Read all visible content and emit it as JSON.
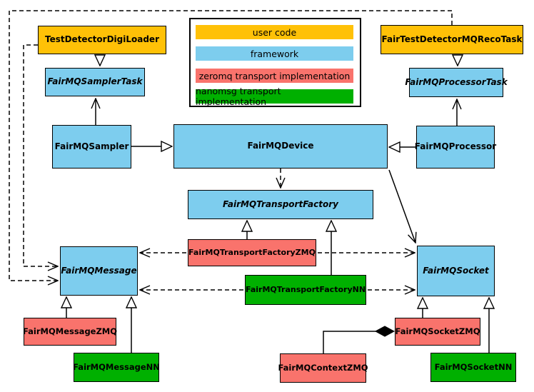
{
  "colors": {
    "user_code": "#FFC107",
    "framework": "#7DCDEE",
    "zeromq": "#F9736C",
    "nanomsg": "#00B000",
    "line": "#000000",
    "background": "#FFFFFF"
  },
  "legend": {
    "items": [
      {
        "label": "user code",
        "color": "#FFC107"
      },
      {
        "label": "framework",
        "color": "#7DCDEE"
      },
      {
        "label": "zeromq transport implementation",
        "color": "#F9736C"
      },
      {
        "label": "nanomsg transport implementation",
        "color": "#00B000"
      }
    ]
  },
  "nodes": [
    {
      "id": "test-detector-digi-loader",
      "label": "TestDetectorDigiLoader",
      "category": "user_code",
      "abstract": false
    },
    {
      "id": "fair-test-detector-mq-reco-task",
      "label": "FairTestDetectorMQRecoTask",
      "category": "user_code",
      "abstract": false
    },
    {
      "id": "fairmq-sampler-task",
      "label": "FairMQSamplerTask",
      "category": "framework",
      "abstract": true
    },
    {
      "id": "fairmq-processor-task",
      "label": "FairMQProcessorTask",
      "category": "framework",
      "abstract": true
    },
    {
      "id": "fairmq-sampler",
      "label": "FairMQSampler",
      "category": "framework",
      "abstract": false
    },
    {
      "id": "fairmq-device",
      "label": "FairMQDevice",
      "category": "framework",
      "abstract": false
    },
    {
      "id": "fairmq-processor",
      "label": "FairMQProcessor",
      "category": "framework",
      "abstract": false
    },
    {
      "id": "fairmq-transport-factory",
      "label": "FairMQTransportFactory",
      "category": "framework",
      "abstract": true
    },
    {
      "id": "fairmq-transport-factory-zmq",
      "label": "FairMQTransportFactoryZMQ",
      "category": "zeromq",
      "abstract": false
    },
    {
      "id": "fairmq-transport-factory-nn",
      "label": "FairMQTransportFactoryNN",
      "category": "nanomsg",
      "abstract": false
    },
    {
      "id": "fairmq-message",
      "label": "FairMQMessage",
      "category": "framework",
      "abstract": true
    },
    {
      "id": "fairmq-socket",
      "label": "FairMQSocket",
      "category": "framework",
      "abstract": true
    },
    {
      "id": "fairmq-message-zmq",
      "label": "FairMQMessageZMQ",
      "category": "zeromq",
      "abstract": false
    },
    {
      "id": "fairmq-message-nn",
      "label": "FairMQMessageNN",
      "category": "nanomsg",
      "abstract": false
    },
    {
      "id": "fairmq-context-zmq",
      "label": "FairMQContextZMQ",
      "category": "zeromq",
      "abstract": false
    },
    {
      "id": "fairmq-socket-zmq",
      "label": "FairMQSocketZMQ",
      "category": "zeromq",
      "abstract": false
    },
    {
      "id": "fairmq-socket-nn",
      "label": "FairMQSocketNN",
      "category": "nanomsg",
      "abstract": false
    }
  ],
  "edges": [
    {
      "from": "test-detector-digi-loader",
      "to": "fairmq-sampler-task",
      "relation": "inheritance",
      "line": "solid"
    },
    {
      "from": "fair-test-detector-mq-reco-task",
      "to": "fairmq-processor-task",
      "relation": "inheritance",
      "line": "solid"
    },
    {
      "from": "fairmq-sampler",
      "to": "fairmq-device",
      "relation": "inheritance",
      "line": "solid"
    },
    {
      "from": "fairmq-processor",
      "to": "fairmq-device",
      "relation": "inheritance",
      "line": "solid"
    },
    {
      "from": "fairmq-transport-factory-zmq",
      "to": "fairmq-transport-factory",
      "relation": "inheritance",
      "line": "solid"
    },
    {
      "from": "fairmq-transport-factory-nn",
      "to": "fairmq-transport-factory",
      "relation": "inheritance",
      "line": "solid"
    },
    {
      "from": "fairmq-message-zmq",
      "to": "fairmq-message",
      "relation": "inheritance",
      "line": "solid"
    },
    {
      "from": "fairmq-message-nn",
      "to": "fairmq-message",
      "relation": "inheritance",
      "line": "solid"
    },
    {
      "from": "fairmq-socket-zmq",
      "to": "fairmq-socket",
      "relation": "inheritance",
      "line": "solid"
    },
    {
      "from": "fairmq-socket-nn",
      "to": "fairmq-socket",
      "relation": "inheritance",
      "line": "solid"
    },
    {
      "from": "fairmq-sampler",
      "to": "fairmq-sampler-task",
      "relation": "association",
      "line": "solid"
    },
    {
      "from": "fairmq-processor",
      "to": "fairmq-processor-task",
      "relation": "association",
      "line": "solid"
    },
    {
      "from": "fairmq-device",
      "to": "fairmq-socket",
      "relation": "association",
      "line": "solid"
    },
    {
      "from": "fairmq-device",
      "to": "fairmq-transport-factory",
      "relation": "dependency",
      "line": "dashed"
    },
    {
      "from": "fairmq-transport-factory-zmq",
      "to": "fairmq-message",
      "relation": "dependency",
      "line": "dashed"
    },
    {
      "from": "fairmq-transport-factory-zmq",
      "to": "fairmq-socket",
      "relation": "dependency",
      "line": "dashed"
    },
    {
      "from": "fairmq-transport-factory-nn",
      "to": "fairmq-message",
      "relation": "dependency",
      "line": "dashed"
    },
    {
      "from": "fairmq-transport-factory-nn",
      "to": "fairmq-socket",
      "relation": "dependency",
      "line": "dashed"
    },
    {
      "from": "test-detector-digi-loader",
      "to": "fairmq-message",
      "relation": "dependency",
      "line": "dashed"
    },
    {
      "from": "fair-test-detector-mq-reco-task",
      "to": "fairmq-message",
      "relation": "dependency",
      "line": "dashed"
    },
    {
      "from": "fairmq-context-zmq",
      "to": "fairmq-socket-zmq",
      "relation": "composition",
      "line": "solid"
    }
  ]
}
